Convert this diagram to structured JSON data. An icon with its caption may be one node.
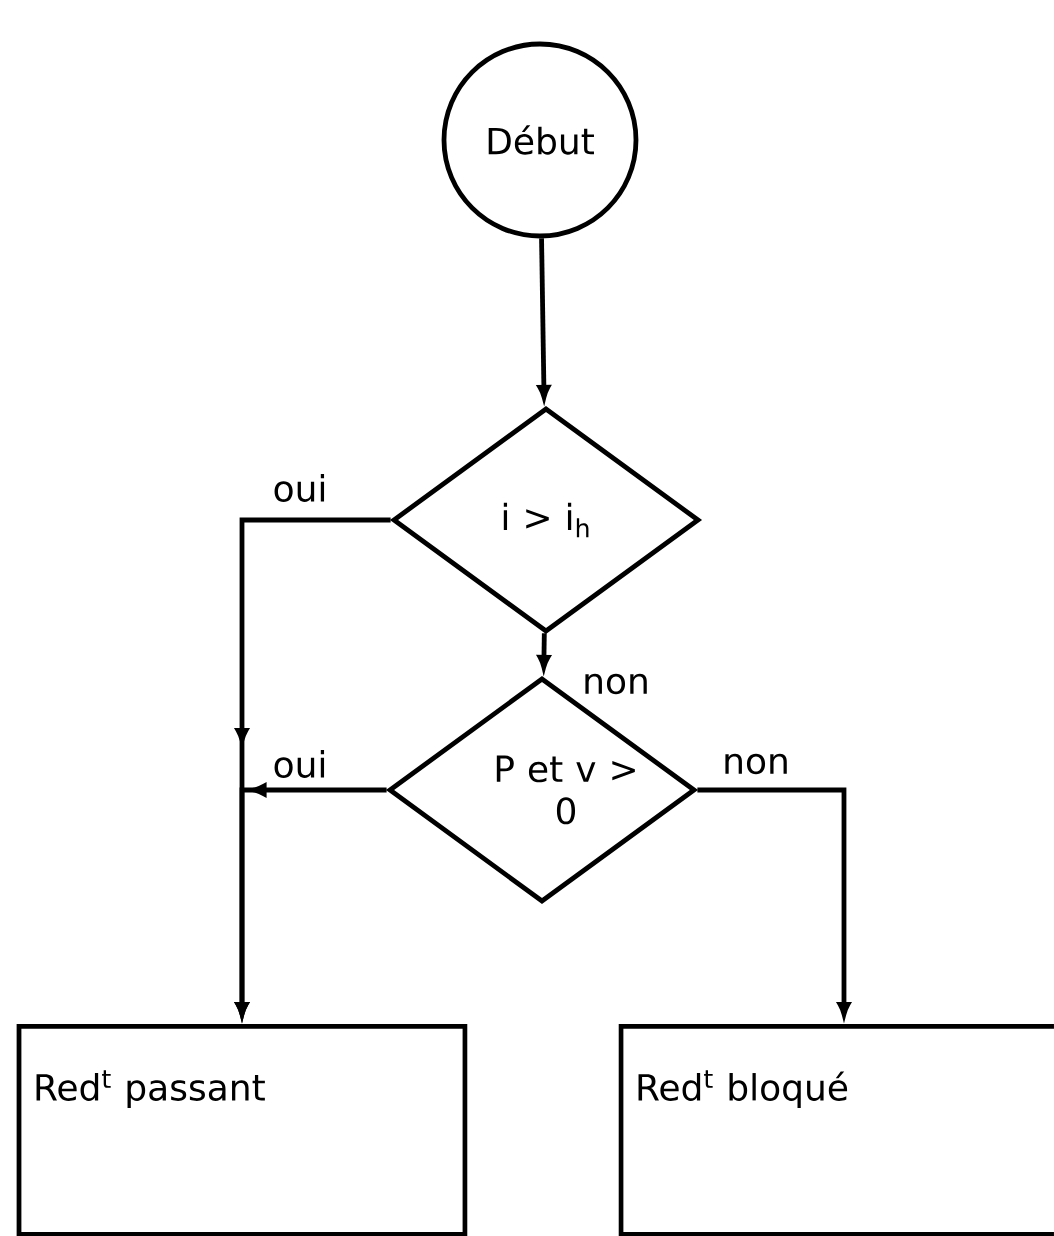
{
  "diagram": {
    "nodes": [
      {
        "text": [
          "Début"
        ]
      },
      {
        "text": [
          "i > i$_{h}$"
        ]
      },
      {
        "text": [
          "P et v > 0"
        ]
      },
      {
        "text": [
          "Red$^{t}$ passant"
        ]
      },
      {
        "text": [
          "Red$^{t}$ bloqué"
        ]
      }
    ],
    "edges": [
      {
        "from": 0,
        "to": 1,
        "arrow": "to"
      },
      {
        "from": 1,
        "to": 3,
        "arrow": "to",
        "label": "oui"
      },
      {
        "from": 1,
        "to": 2,
        "arrow": "to",
        "label": "non"
      },
      {
        "from": 2,
        "to": 3,
        "arrow": "to",
        "label": "oui"
      },
      {
        "from": 2,
        "to": 4,
        "arrow": "to",
        "label": "non"
      }
    ]
  }
}
